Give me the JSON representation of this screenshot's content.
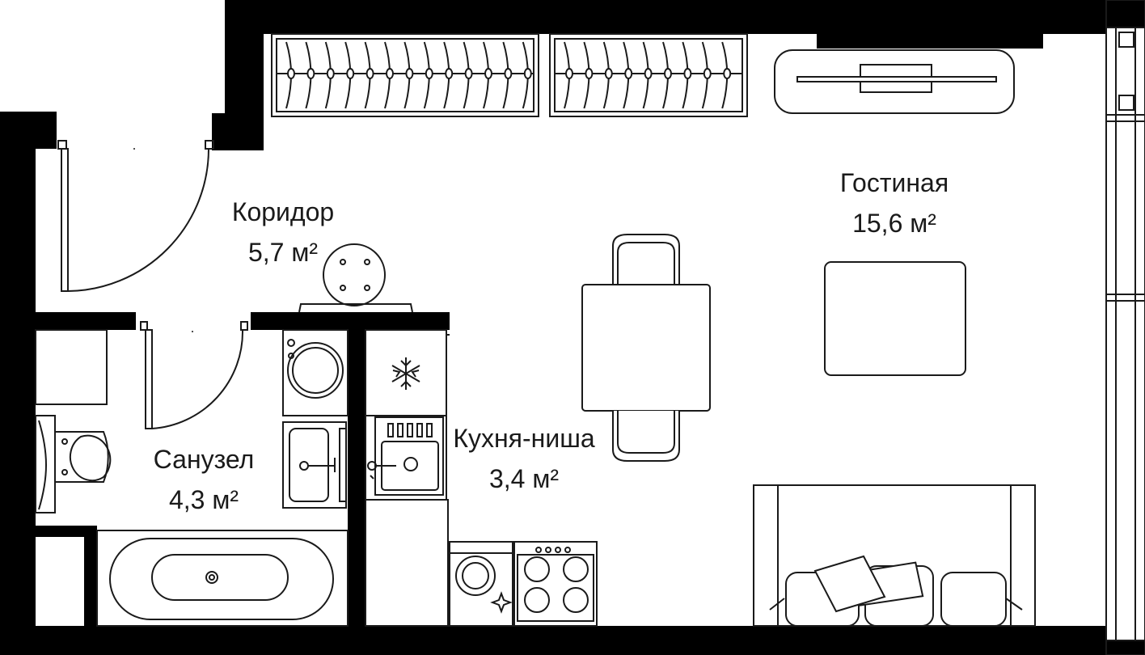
{
  "rooms": {
    "corridor": {
      "name": "Коридор",
      "area": "5,7 м²"
    },
    "living": {
      "name": "Гостиная",
      "area": "15,6 м²"
    },
    "bathroom": {
      "name": "Санузел",
      "area": "4,3 м²"
    },
    "kitchen": {
      "name": "Кухня-ниша",
      "area": "3,4 м²"
    }
  },
  "icons": {
    "freezer": "snowflake-icon",
    "dishwasher": "sparkle-icon"
  },
  "colors": {
    "wall": "#000000",
    "line": "#1a1a1a",
    "background": "#ffffff"
  }
}
